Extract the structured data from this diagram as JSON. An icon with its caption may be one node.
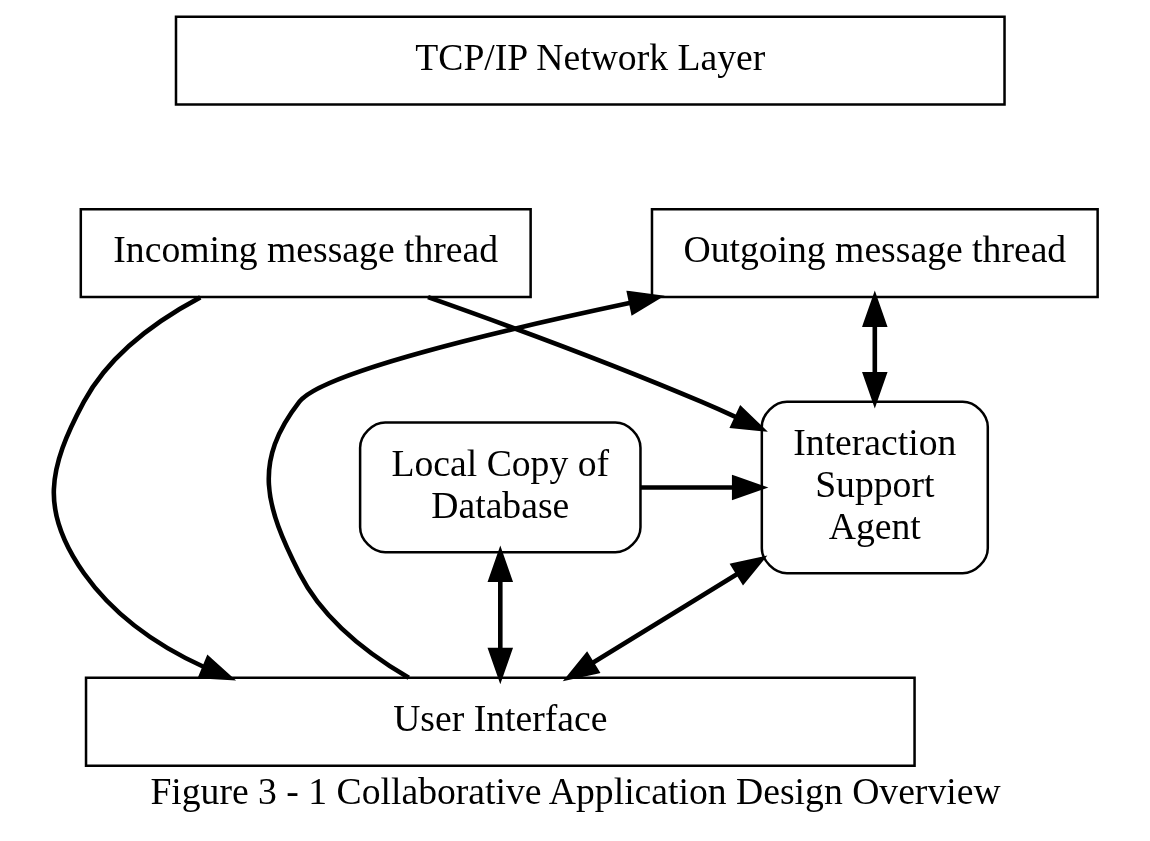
{
  "diagram": {
    "caption": "Figure 3 - 1 Collaborative Application Design Overview",
    "nodes": [
      {
        "text": [
          "TCP/IP Network Layer"
        ]
      },
      {
        "text": [
          "Incoming message thread"
        ]
      },
      {
        "text": [
          "Outgoing message thread"
        ]
      },
      {
        "text": [
          "Local Copy of Database"
        ]
      },
      {
        "text": [
          "Interaction Support Agent"
        ]
      },
      {
        "text": [
          "User Interface"
        ]
      }
    ],
    "edges": [
      {
        "from": 1,
        "to": 5,
        "arrow": "to"
      },
      {
        "from": 1,
        "to": 4,
        "arrow": "to"
      },
      {
        "from": 2,
        "to": 4,
        "arrow": "both"
      },
      {
        "from": 3,
        "to": 4,
        "arrow": "to"
      },
      {
        "from": 3,
        "to": 5,
        "arrow": "both"
      },
      {
        "from": 4,
        "to": 5,
        "arrow": "both"
      },
      {
        "from": 5,
        "to": 2,
        "arrow": "to"
      }
    ]
  }
}
